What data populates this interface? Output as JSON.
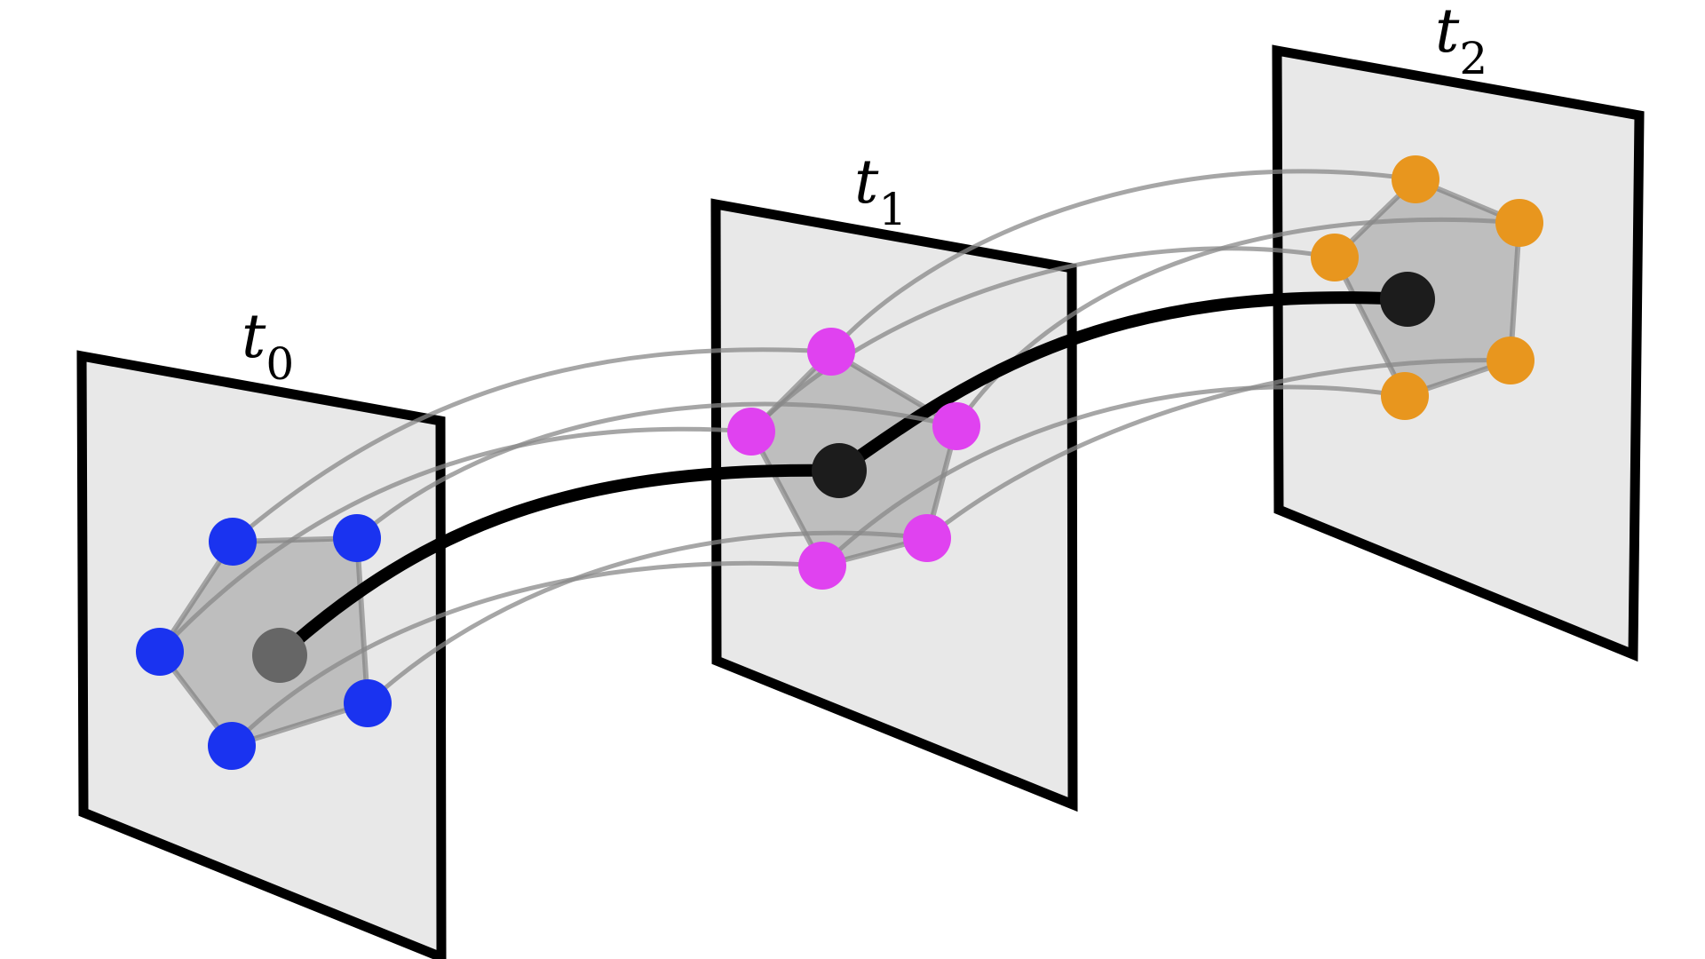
{
  "diagram": {
    "frames": [
      {
        "label_base": "t",
        "label_sub": "0",
        "point_color": "#1a33f0",
        "center_color": "#666666"
      },
      {
        "label_base": "t",
        "label_sub": "1",
        "point_color": "#e042f0",
        "center_color": "#1c1c1c"
      },
      {
        "label_base": "t",
        "label_sub": "2",
        "point_color": "#e8961e",
        "center_color": "#1c1c1c"
      }
    ],
    "colors": {
      "frame_fill": "#e8e8e8",
      "frame_stroke": "#000000",
      "polygon_fill": "#9a9a9a",
      "trajectory": "#000000",
      "point_trail": "#888888"
    }
  }
}
